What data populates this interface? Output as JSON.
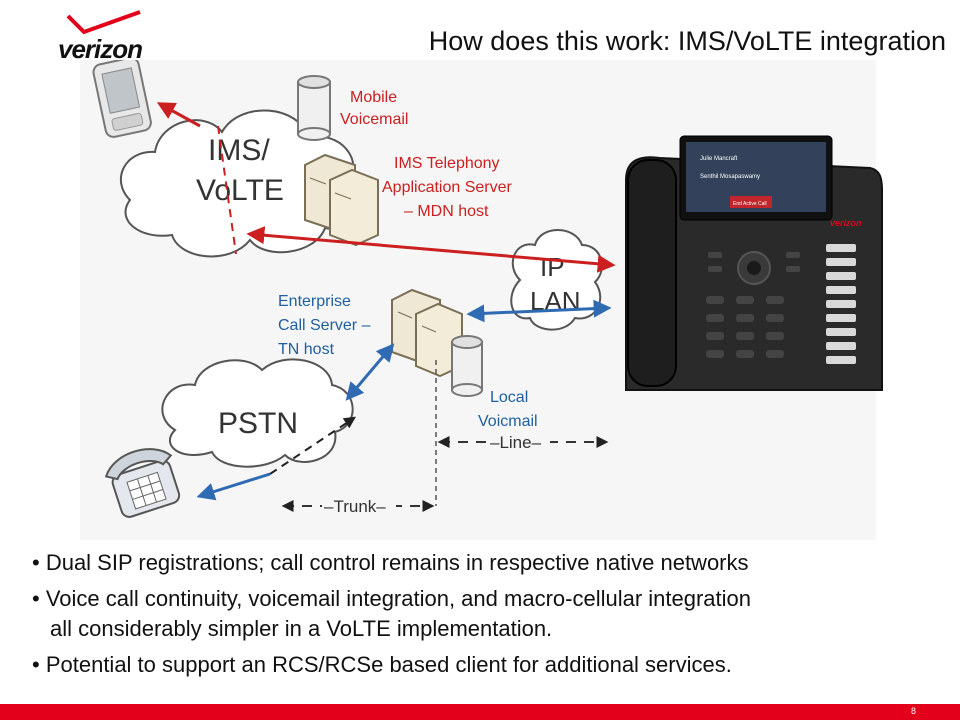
{
  "header": {
    "logo_text": "verizon",
    "title": "How does this work: IMS/VoLTE integration"
  },
  "diagram": {
    "clouds": {
      "ims": [
        "IMS/",
        "VoLTE"
      ],
      "ip_lan": [
        "IP",
        "LAN"
      ],
      "pstn": "PSTN"
    },
    "labels": {
      "mobile_voicemail": [
        "Mobile",
        "Voicemail"
      ],
      "ims_tas": [
        "IMS Telephony",
        "Application Server",
        "– MDN host"
      ],
      "enterprise_call_server": [
        "Enterprise",
        "Call Server –",
        "TN host"
      ],
      "local_voicemail": [
        "Local",
        "Voicmail"
      ],
      "line": "–Line–",
      "trunk": "–Trunk–"
    },
    "phone_screen": {
      "caller_1": "Julie Mancraft",
      "caller_2": "Senthil Mosapaswamy",
      "end_call": "End Active Call"
    },
    "phone_logo": "verizon",
    "colors": {
      "ims_link": "#cc1f1f",
      "enterprise_link": "#2f6bb3",
      "label_red": "#cc1f1f",
      "label_blue": "#1f5fa0"
    }
  },
  "bullets": [
    {
      "lines": [
        "Dual SIP registrations; call control remains in respective native networks"
      ]
    },
    {
      "lines": [
        "Voice call continuity, voicemail integration, and macro-cellular integration",
        "all considerably simpler in a VoLTE implementation."
      ]
    },
    {
      "lines": [
        "Potential to support an RCS/RCSe based client for additional services."
      ]
    }
  ],
  "footer": {
    "page_number": "8"
  }
}
